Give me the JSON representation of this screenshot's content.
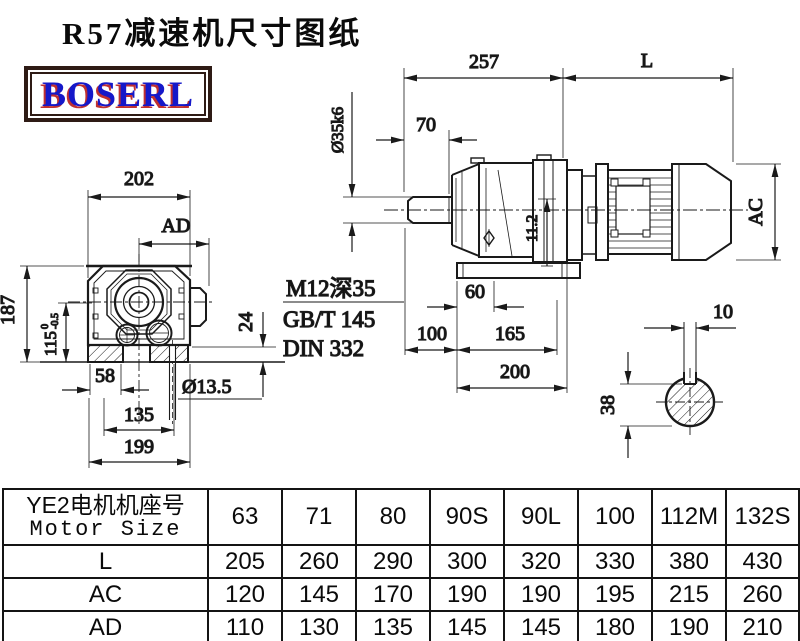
{
  "title": "R57减速机尺寸图纸",
  "logo": "BOSERL",
  "drawing": {
    "front_view": {
      "d202": "202",
      "dAD": "AD",
      "d187": "187",
      "d115": "115",
      "d115_tol_top": "0",
      "d115_tol_bot": "-0.5",
      "d58": "58",
      "d135": "135",
      "d199": "199",
      "d24": "24",
      "d13_5": "Ø13.5"
    },
    "side_view": {
      "d257": "257",
      "dL": "L",
      "d70": "70",
      "d35k6": "Ø35k6",
      "tap_note": "M12深35",
      "std1": "GB/T 145",
      "std2": "DIN 332",
      "d60": "60",
      "d100": "100",
      "d165": "165",
      "d200": "200",
      "d11_2": "11.2",
      "dAC": "AC"
    },
    "shaft_section": {
      "d10": "10",
      "d38": "38"
    }
  },
  "table": {
    "header_cn": "YE2电机机座号",
    "header_en": "Motor Size",
    "sizes": [
      "63",
      "71",
      "80",
      "90S",
      "90L",
      "100",
      "112M",
      "132S"
    ],
    "rows": [
      {
        "label": "L",
        "values": [
          "205",
          "260",
          "290",
          "300",
          "320",
          "330",
          "380",
          "430"
        ]
      },
      {
        "label": "AC",
        "values": [
          "120",
          "145",
          "170",
          "190",
          "190",
          "195",
          "215",
          "260"
        ]
      },
      {
        "label": "AD",
        "values": [
          "110",
          "130",
          "135",
          "145",
          "145",
          "180",
          "190",
          "210"
        ]
      }
    ]
  }
}
